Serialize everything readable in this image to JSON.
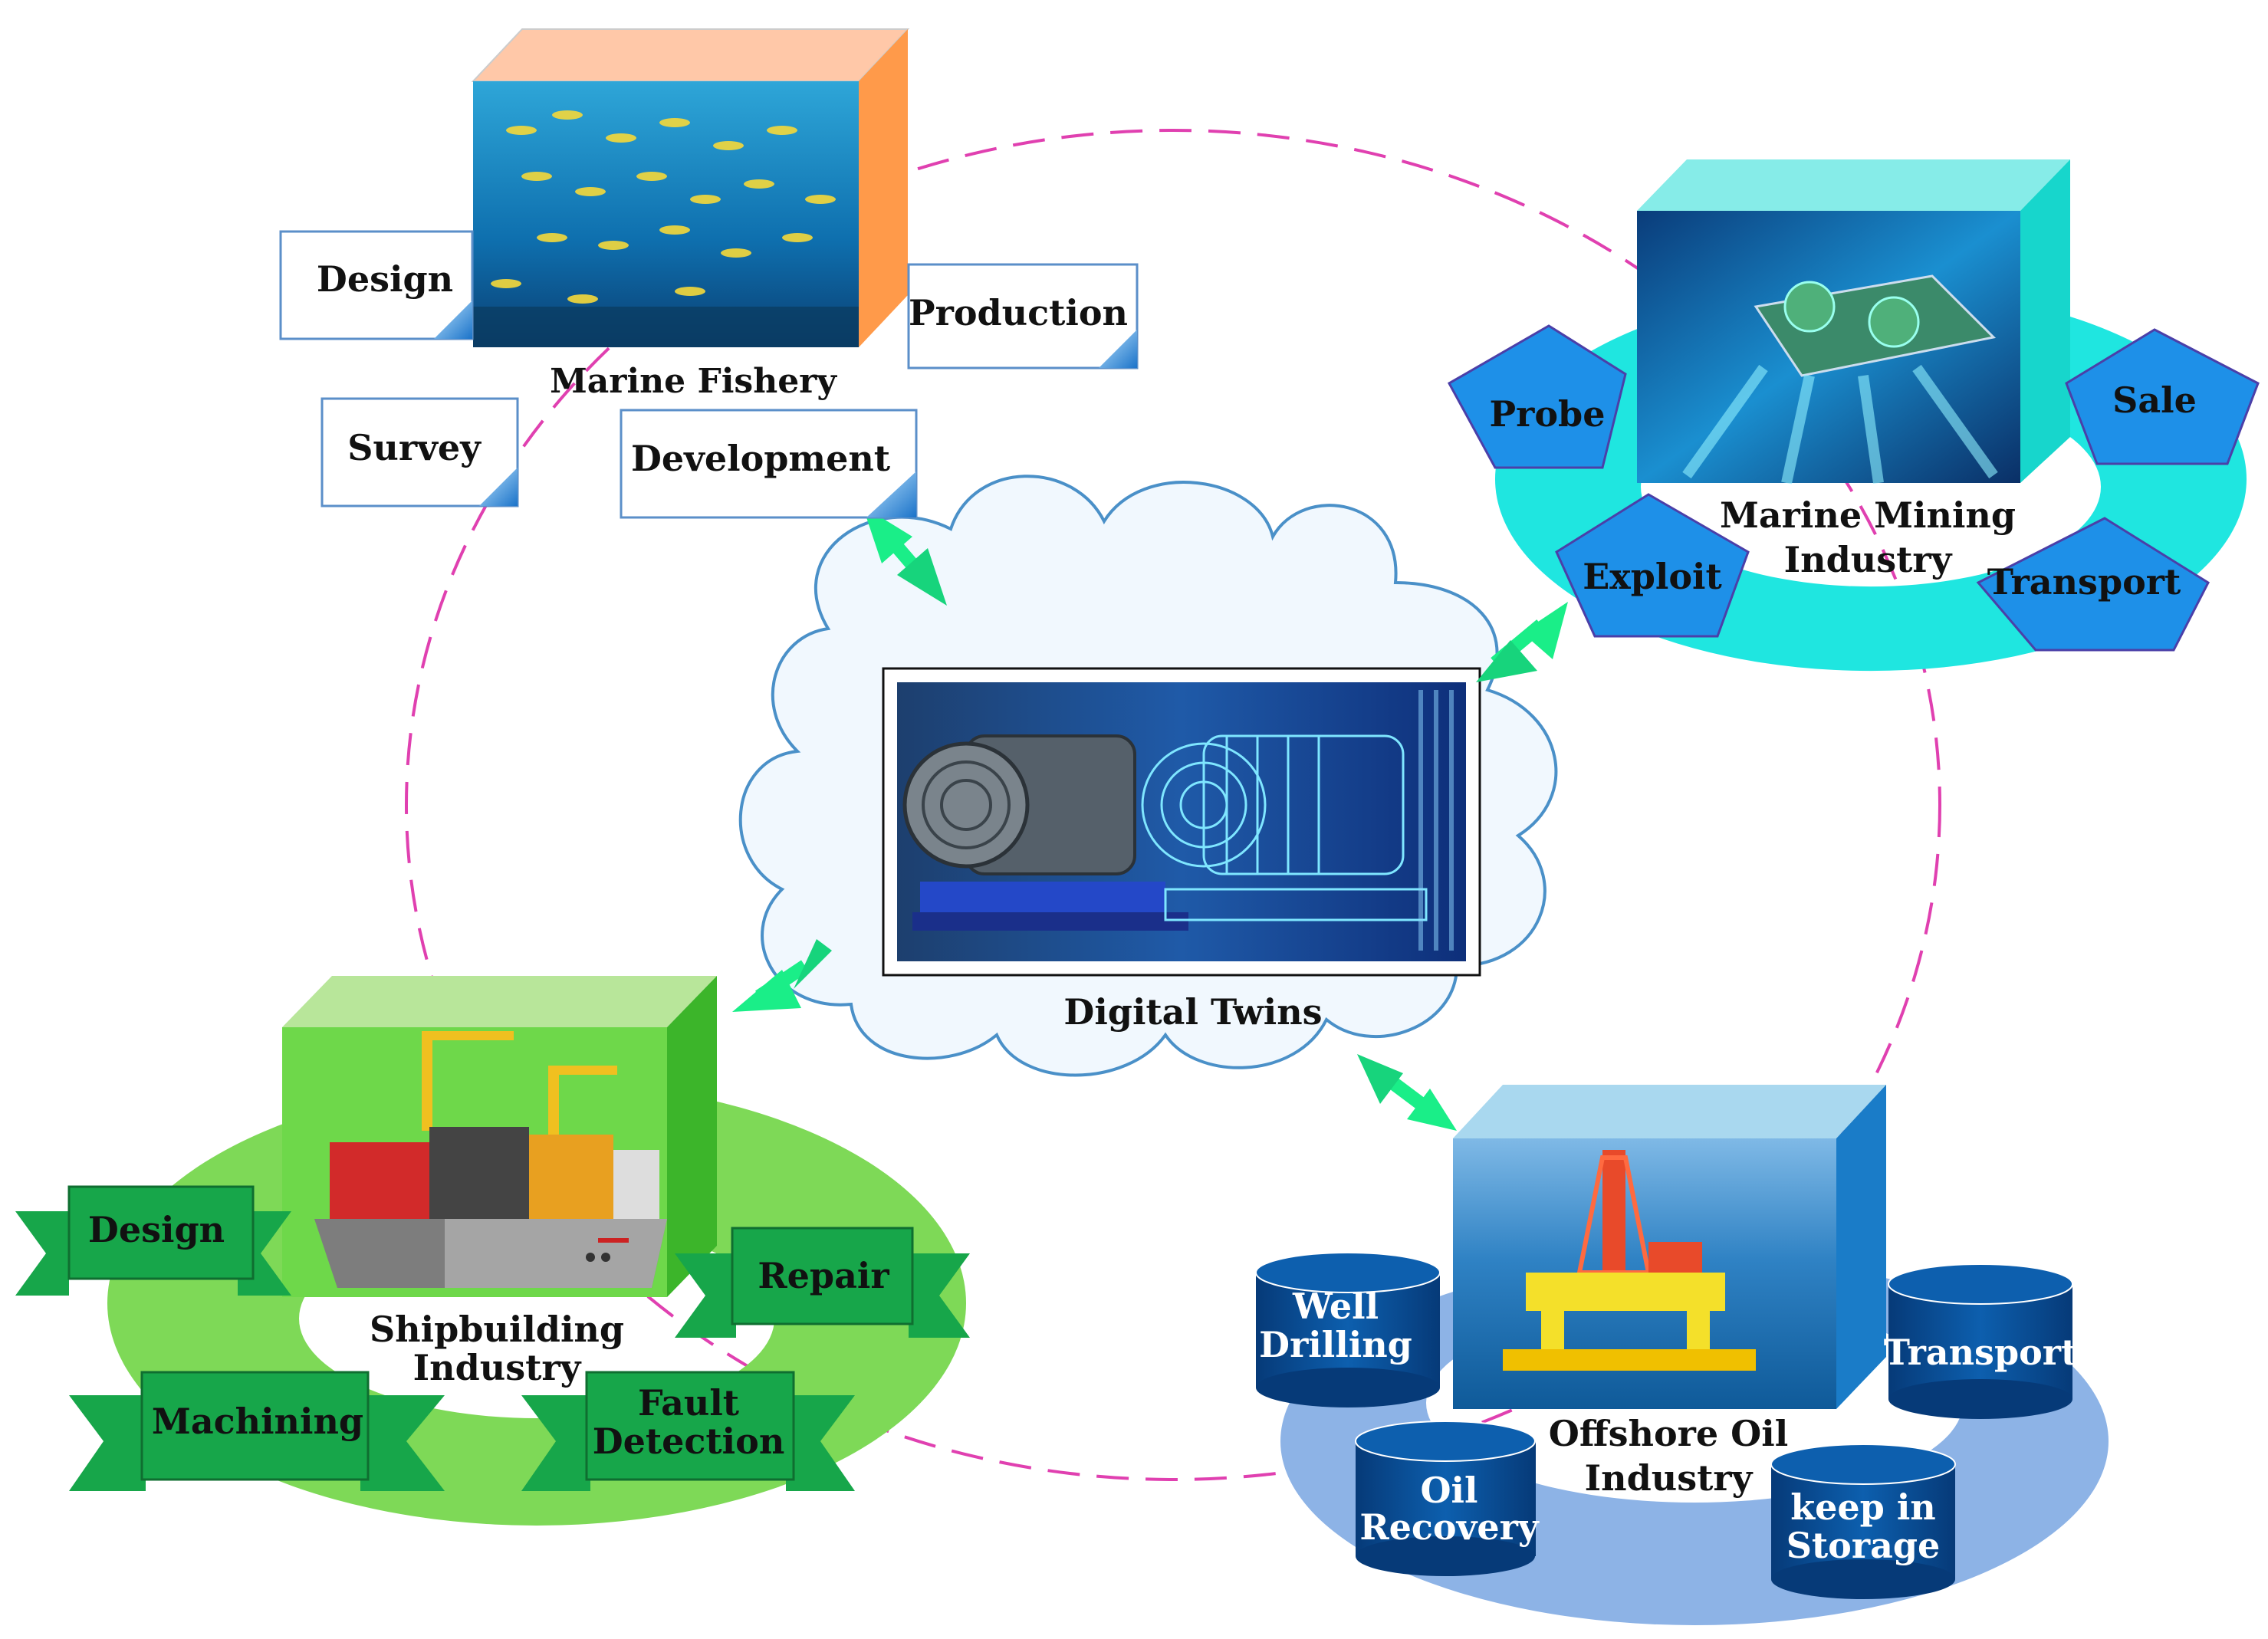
{
  "center": {
    "label": "Digital Twins"
  },
  "fishery": {
    "title": "Marine Fishery",
    "notes": [
      "Design",
      "Production",
      "Survey",
      "Development"
    ]
  },
  "mining": {
    "title_line1": "Marine Mining",
    "title_line2": "Industry",
    "stages": [
      "Probe",
      "Sale",
      "Exploit",
      "Transport"
    ]
  },
  "shipbuilding": {
    "title_line1": "Shipbuilding",
    "title_line2": "Industry",
    "stages": [
      "Design",
      "Repair",
      "Machining"
    ],
    "fault_line1": "Fault",
    "fault_line2": "Detection"
  },
  "oil": {
    "title_line1": "Offshore Oil",
    "title_line2": "Industry",
    "well_line1": "Well",
    "well_line2": "Drilling",
    "transport": "Transport",
    "oilrec_line1": "Oil",
    "oilrec_line2": "Recovery",
    "keep_line1": "keep in",
    "keep_line2": "Storage"
  },
  "colors": {
    "dashed_loop": "#e040b0",
    "arrow": "#1aee88",
    "note_border": "#5b8fc9",
    "pentagon": "#1e90e8",
    "mining_ring": "#1fe6e0",
    "ship_ring": "#7ed957",
    "ribbon": "#17a64a",
    "oil_ring": "#8db3e6",
    "barrel": "#0b4f9a"
  }
}
